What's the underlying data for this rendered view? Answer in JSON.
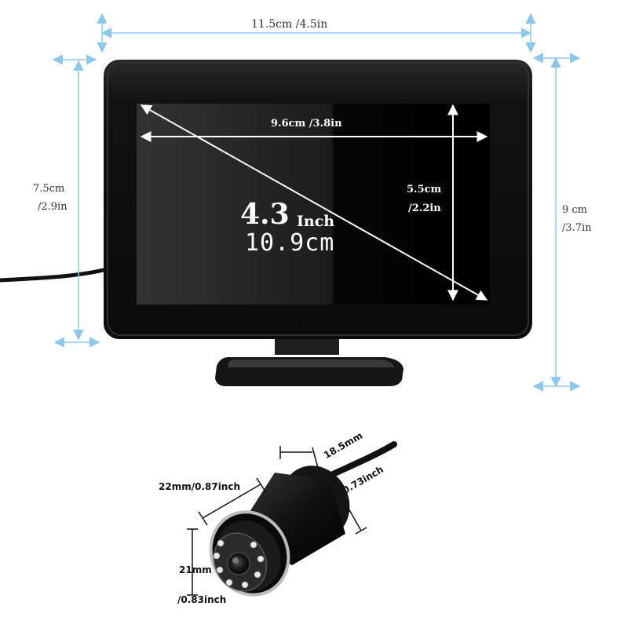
{
  "monitor": {
    "width_label": "11.5cm /4.5in",
    "height_cm": "7.5cm",
    "height_in": "/2.9in",
    "total_height_cm": "9  cm",
    "total_height_in": "/3.7in",
    "screen_width_label": "9.6cm /3.8in",
    "screen_height_cm": "5.5cm",
    "screen_height_in": "/2.2in",
    "diagonal_number": "4.3",
    "diagonal_unit": "Inch",
    "diagonal_cm": "10.9cm"
  },
  "camera": {
    "body_width_label": "22mm/0.87inch",
    "depth_mm": "18.5mm",
    "depth_in": "/0.73inch",
    "front_height_mm": "21mm",
    "front_height_in": "/0.83inch"
  },
  "colors": {
    "dimension_line": "#8ec7ec",
    "bezel": "#141414",
    "screen": "#000000"
  }
}
